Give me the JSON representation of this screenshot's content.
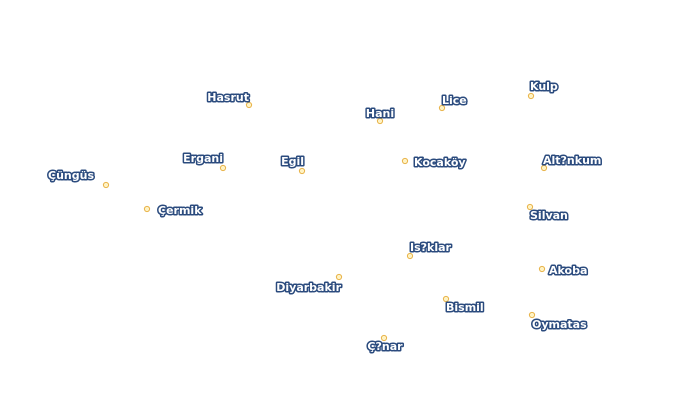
{
  "style": {
    "dot_fill": "#fff3c4",
    "dot_stroke": "#e8b34a",
    "label_fill": "#ffffff",
    "label_halo": "#2b4b7e"
  },
  "places": [
    {
      "name": "Hasrut"
    },
    {
      "name": "Lice"
    },
    {
      "name": "Kulp"
    },
    {
      "name": "Hani"
    },
    {
      "name": "Ergani"
    },
    {
      "name": "Egil"
    },
    {
      "name": "Kocaköy"
    },
    {
      "name": "Alt?nkum"
    },
    {
      "name": "Çüngüs"
    },
    {
      "name": "Çermik"
    },
    {
      "name": "Silvan"
    },
    {
      "name": "Is?klar"
    },
    {
      "name": "Akoba"
    },
    {
      "name": "Diyarbakir"
    },
    {
      "name": "Bismil"
    },
    {
      "name": "Oymatas"
    },
    {
      "name": "Ç?nar"
    }
  ]
}
